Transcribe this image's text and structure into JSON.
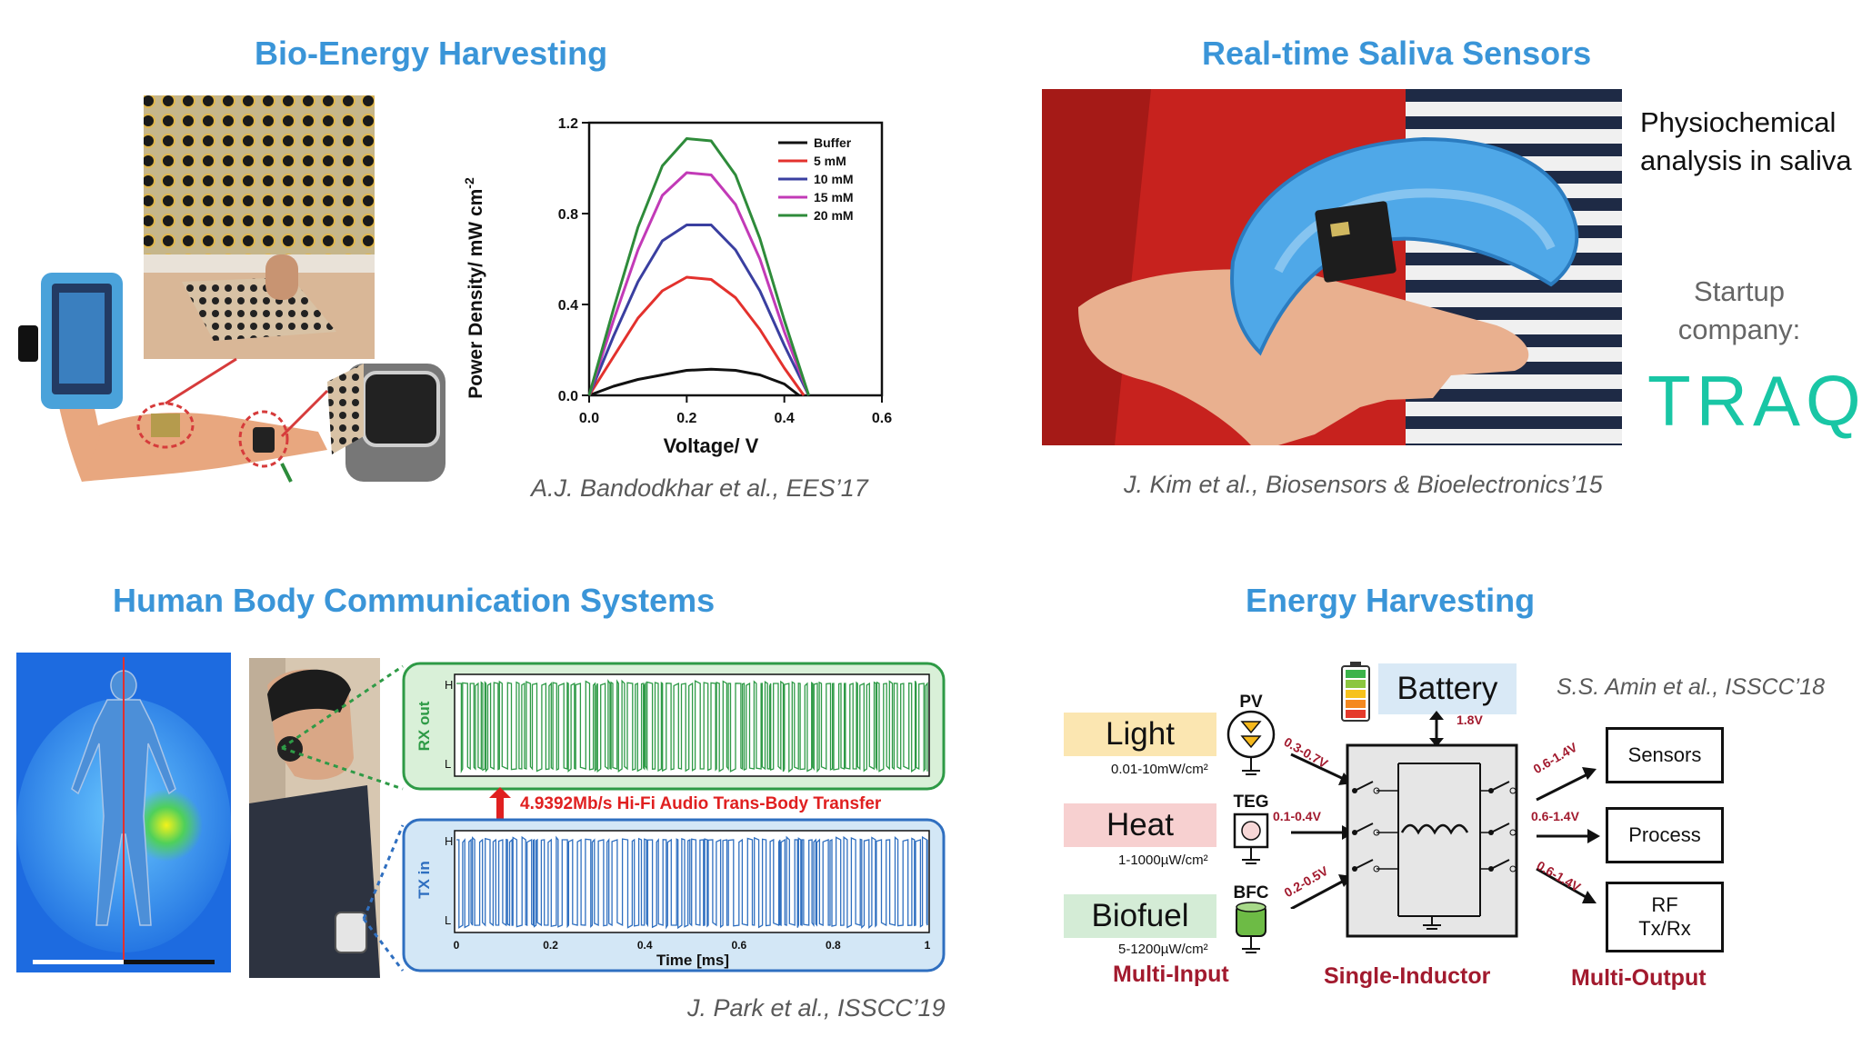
{
  "headings": {
    "bio_energy": "Bio-Energy Harvesting",
    "saliva": "Real-time Saliva Sensors",
    "hbc": "Human Body Communication Systems",
    "energy": "Energy Harvesting"
  },
  "citations": {
    "bio_energy": "A.J. Bandodkhar et al., EES’17",
    "saliva": "J. Kim et al., Biosensors & Bioelectronics’15",
    "hbc": "J. Park et al., ISSCC’19",
    "energy": "S.S. Amin et al., ISSCC’18"
  },
  "saliva_side": {
    "line1": "Physiochemical",
    "line2": "analysis in saliva",
    "startup1": "Startup",
    "startup2": "company:",
    "logo": "TRAQ"
  },
  "chart_data": {
    "type": "line",
    "xlabel": "Voltage/ V",
    "ylabel": "Power Density/ mW cm",
    "ylabel_sup": "-2",
    "xlim": [
      0.0,
      0.6
    ],
    "ylim": [
      0.0,
      1.2
    ],
    "xticks": [
      "0.0",
      "0.2",
      "0.4",
      "0.6"
    ],
    "yticks": [
      "0.0",
      "0.4",
      "0.8",
      "1.2"
    ],
    "legend_position": "top-right",
    "series": [
      {
        "name": "Buffer",
        "color": "#111111",
        "x": [
          0.0,
          0.05,
          0.1,
          0.15,
          0.2,
          0.25,
          0.3,
          0.35,
          0.4,
          0.43
        ],
        "y": [
          0.0,
          0.04,
          0.07,
          0.09,
          0.11,
          0.115,
          0.11,
          0.09,
          0.05,
          0.0
        ]
      },
      {
        "name": "5 mM",
        "color": "#e3312d",
        "x": [
          0.0,
          0.05,
          0.1,
          0.15,
          0.2,
          0.25,
          0.3,
          0.35,
          0.4,
          0.44
        ],
        "y": [
          0.0,
          0.17,
          0.34,
          0.46,
          0.52,
          0.51,
          0.43,
          0.29,
          0.12,
          0.0
        ]
      },
      {
        "name": "10 mM",
        "color": "#3a3fa0",
        "x": [
          0.0,
          0.05,
          0.1,
          0.15,
          0.2,
          0.25,
          0.3,
          0.35,
          0.4,
          0.45
        ],
        "y": [
          0.0,
          0.26,
          0.5,
          0.68,
          0.75,
          0.75,
          0.64,
          0.46,
          0.22,
          0.0
        ]
      },
      {
        "name": "15 mM",
        "color": "#c23ab7",
        "x": [
          0.0,
          0.05,
          0.1,
          0.15,
          0.2,
          0.25,
          0.3,
          0.35,
          0.4,
          0.45
        ],
        "y": [
          0.0,
          0.33,
          0.64,
          0.88,
          0.98,
          0.97,
          0.84,
          0.6,
          0.28,
          0.0
        ]
      },
      {
        "name": "20 mM",
        "color": "#2e8b3a",
        "x": [
          0.0,
          0.05,
          0.1,
          0.15,
          0.2,
          0.25,
          0.3,
          0.35,
          0.4,
          0.45
        ],
        "y": [
          0.0,
          0.38,
          0.74,
          1.01,
          1.13,
          1.12,
          0.97,
          0.69,
          0.33,
          0.0
        ]
      }
    ]
  },
  "hbc": {
    "rx_label": "RX out",
    "tx_label": "TX in",
    "h": "H",
    "l": "L",
    "transfer": "4.9392Mb/s Hi-Fi Audio Trans-Body Transfer",
    "time_label": "Time [ms]",
    "time_ticks": [
      "0",
      "0.2",
      "0.4",
      "0.6",
      "0.8",
      "1"
    ]
  },
  "energy": {
    "battery": "Battery",
    "battery_v": "1.8V",
    "sources": [
      {
        "label": "Light",
        "sub": "0.01-10mW/cm²",
        "tag": "PV",
        "voltage": "0.3-0.7V",
        "color": "#fbe6b1"
      },
      {
        "label": "Heat",
        "sub": "1-1000µW/cm²",
        "tag": "TEG",
        "voltage": "0.1-0.4V",
        "color": "#f7d0d0"
      },
      {
        "label": "Biofuel",
        "sub": "5-1200µW/cm²",
        "tag": "BFC",
        "voltage": "0.2-0.5V",
        "color": "#d4ecd6"
      }
    ],
    "outputs": [
      {
        "label": "Sensors",
        "voltage": "0.6-1.4V"
      },
      {
        "label": "Process",
        "voltage": "0.6-1.4V"
      },
      {
        "label": "RF Tx/Rx",
        "line1": "RF",
        "line2": "Tx/Rx",
        "voltage": "0.6-1.4V"
      }
    ],
    "multi_input": "Multi-Input",
    "single_inductor": "Single-Inductor",
    "multi_output": "Multi-Output",
    "battery_color": "#d9e9f6",
    "label_color": "#a21a2e"
  }
}
